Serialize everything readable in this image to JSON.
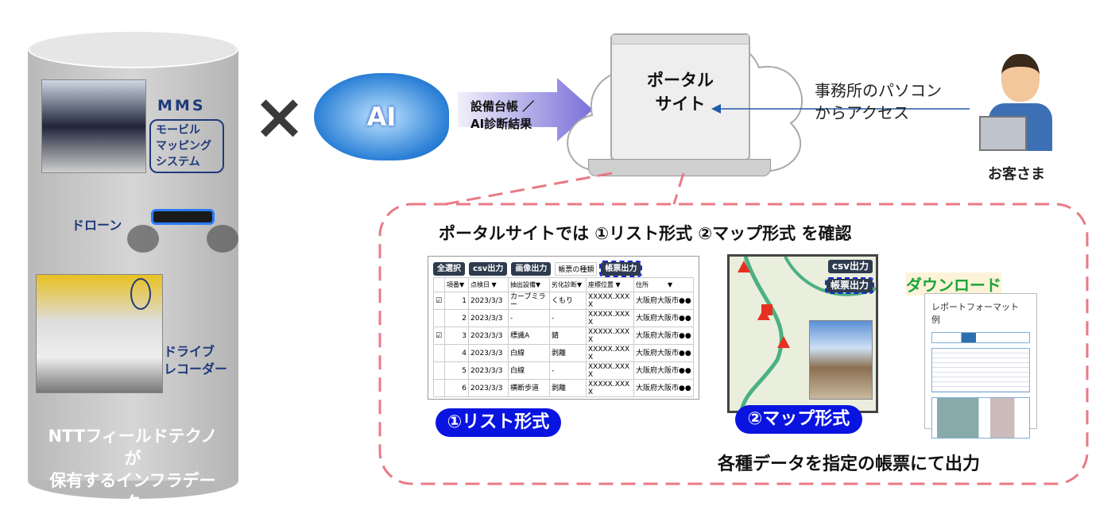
{
  "left": {
    "mms": "MMS",
    "mms_sub": [
      "モービル",
      "マッピング",
      "システム"
    ],
    "drone": "ドローン",
    "dashcam": [
      "ドライブ",
      "レコーダー"
    ],
    "caption": [
      "NTTフィールドテクノが",
      "保有するインフラデータ"
    ]
  },
  "times": "×",
  "ai": "AI",
  "flow_arrow": [
    "設備台帳 ／",
    "AI診断結果"
  ],
  "portal": [
    "ポータル",
    "サイト"
  ],
  "access": [
    "事務所のパソコン",
    "からアクセス"
  ],
  "customer": "お客さま",
  "box": {
    "title": "ポータルサイトでは ①リスト形式 ②マップ形式 を確認",
    "bottom": "各種データを指定の帳票にて出力",
    "list_label": "①リスト形式",
    "map_label": "②マップ形式",
    "download": "ダウンロード",
    "report_title": "レポートフォーマット 例"
  },
  "list": {
    "buttons": [
      "全選択",
      "csv出力",
      "画像出力"
    ],
    "type_select": "帳票の種類",
    "output": "帳票出力",
    "headers": [
      "",
      "項番▼",
      "点検日 ▼",
      "抽出設備▼",
      "劣化診断▼",
      "座標位置 ▼",
      "住所　　　▼"
    ],
    "rows": [
      [
        "☑",
        "1",
        "2023/3/3",
        "カーブミラー",
        "くもり",
        "XXXXX.XXXX",
        "大阪府大阪市●●"
      ],
      [
        "",
        "2",
        "2023/3/3",
        "-",
        "-",
        "XXXXX.XXXX",
        "大阪府大阪市●●"
      ],
      [
        "☑",
        "3",
        "2023/3/3",
        "標識A",
        "錆",
        "XXXXX.XXXX",
        "大阪府大阪市●●"
      ],
      [
        "",
        "4",
        "2023/3/3",
        "白線",
        "剥離",
        "XXXXX.XXXX",
        "大阪府大阪市●●"
      ],
      [
        "",
        "5",
        "2023/3/3",
        "白線",
        "-",
        "XXXXX.XXXX",
        "大阪府大阪市●●"
      ],
      [
        "",
        "6",
        "2023/3/3",
        "横断歩道",
        "剥離",
        "XXXXX.XXXX",
        "大阪府大阪市●●"
      ]
    ]
  },
  "map": {
    "csv": "csv出力",
    "output": "帳票出力"
  },
  "colors": {
    "pill": "#0a14e0",
    "dash": "#e87a86",
    "navy": "#1f3a7a",
    "download": "#1aa53a"
  }
}
